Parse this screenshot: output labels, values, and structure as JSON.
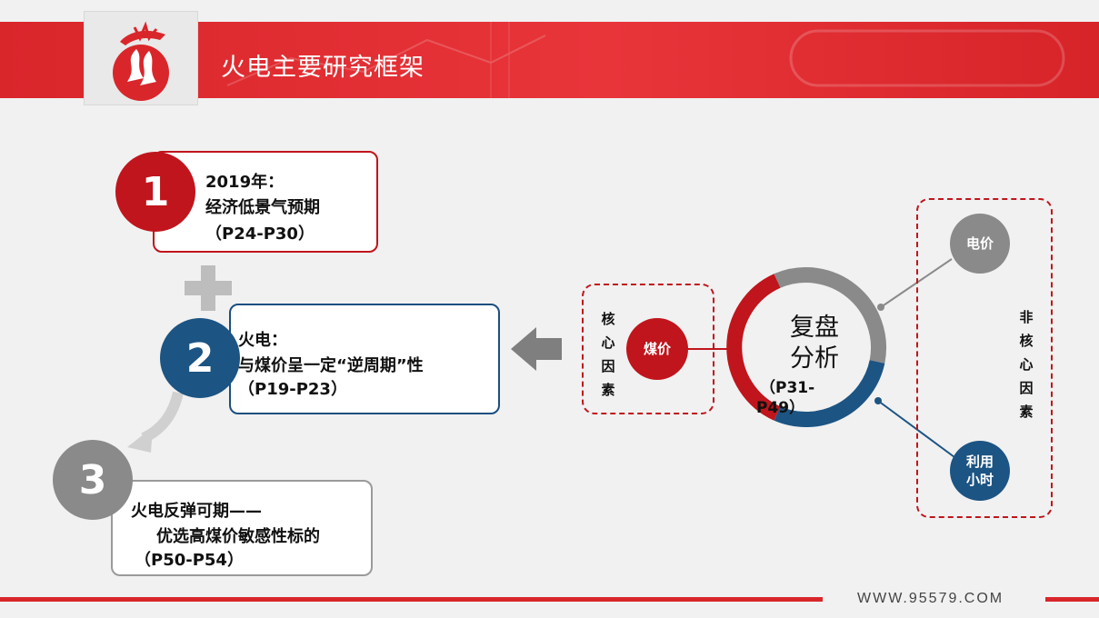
{
  "header": {
    "title": "火电主要研究框架"
  },
  "steps": [
    {
      "number": "1",
      "line1": "2019年：",
      "line2": "经济低景气预期",
      "line3": "（P24-P30）"
    },
    {
      "number": "2",
      "line1": "火电：",
      "line2": "与煤价呈一定“逆周期”性",
      "line3": "（P19-P23）"
    },
    {
      "number": "3",
      "line1": "火电反弹可期——",
      "line2": "优选高煤价敏感性标的",
      "line3": "（P50-P54）"
    }
  ],
  "core_factor": {
    "label": [
      "核",
      "心",
      "因",
      "素"
    ],
    "item": "煤价"
  },
  "review": {
    "title_line1": "复盘",
    "title_line2": "分析",
    "pages_line1": "（P31-",
    "pages_line2": "P49）"
  },
  "non_core_factor": {
    "label": [
      "非",
      "核",
      "心",
      "因",
      "素"
    ],
    "item_price": "电价",
    "item_hours_line1": "利用",
    "item_hours_line2": "小时"
  },
  "footer": {
    "url": "WWW.95579.COM"
  },
  "colors": {
    "brand_red": "#c0151c",
    "blue": "#1c5483",
    "gray": "#8a8a8a"
  }
}
